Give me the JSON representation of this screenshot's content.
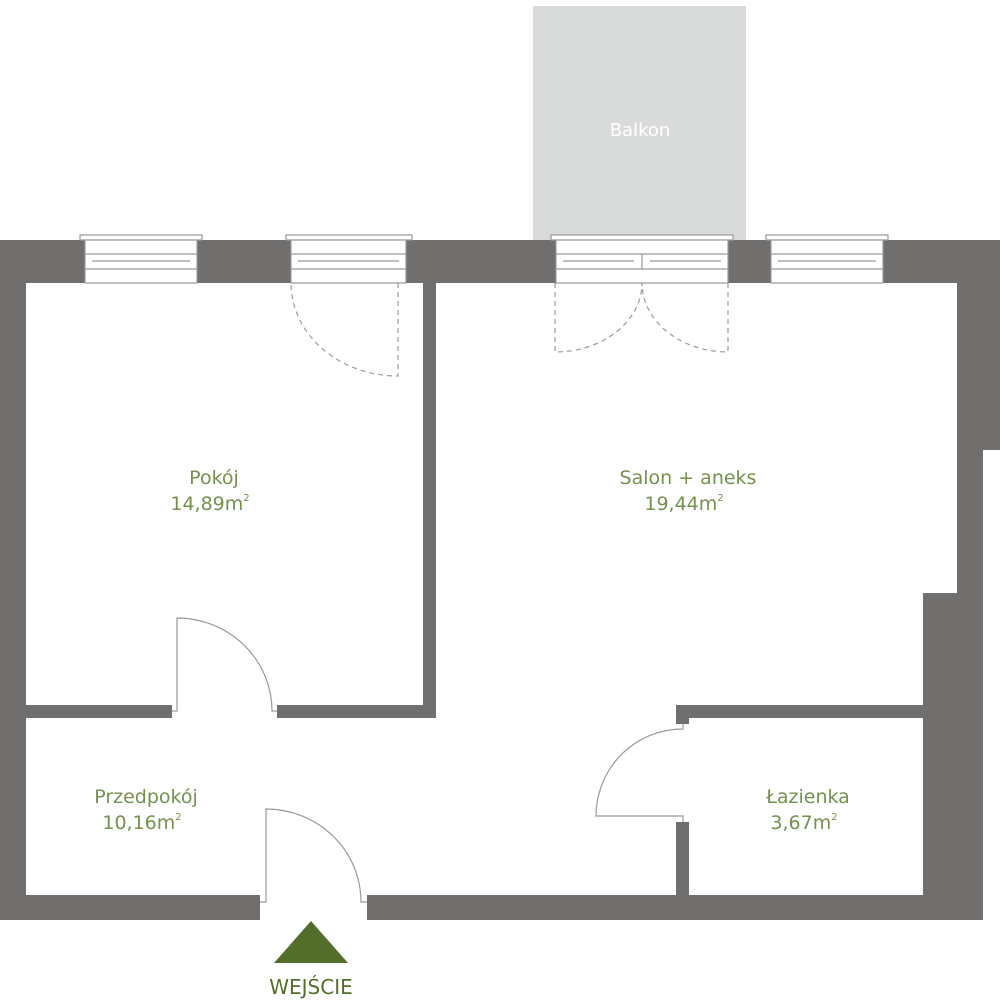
{
  "balcony": {
    "label": "Balkon"
  },
  "rooms": [
    {
      "name": "Pokój",
      "area": "14,89m",
      "unit_sup": "2"
    },
    {
      "name": "Salon + aneks",
      "area": "19,44m",
      "unit_sup": "2"
    },
    {
      "name": "Przedpokój",
      "area": "10,16m",
      "unit_sup": "2"
    },
    {
      "name": "Łazienka",
      "area": "3,67m",
      "unit_sup": "2"
    }
  ],
  "entrance": {
    "label": "WEJŚCIE",
    "icon": "triangle-up-icon"
  },
  "colors": {
    "wall": "#706f6d",
    "label": "#74914e",
    "entrance": "#536e2b",
    "balcony": "#d9dbda"
  }
}
